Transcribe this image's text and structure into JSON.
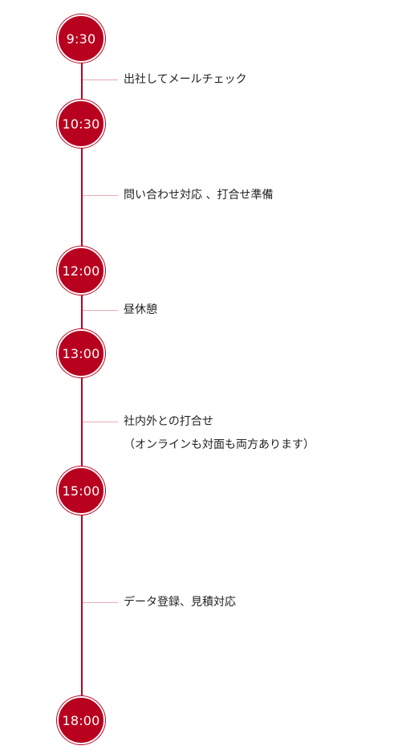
{
  "colors": {
    "accent": "#b8001f",
    "connector": "#e7a9b4",
    "text": "#222222"
  },
  "schedule": {
    "times": [
      "9:30",
      "10:30",
      "12:00",
      "13:00",
      "15:00",
      "18:00"
    ],
    "events": [
      {
        "line1": "出社してメールチェック"
      },
      {
        "line1": "問い合わせ対応 、打合せ準備"
      },
      {
        "line1": "昼休憩"
      },
      {
        "line1": "社内外との打合せ",
        "line2": "（オンラインも対面も両方あります）"
      },
      {
        "line1": "データ登録、見積対応"
      }
    ]
  }
}
